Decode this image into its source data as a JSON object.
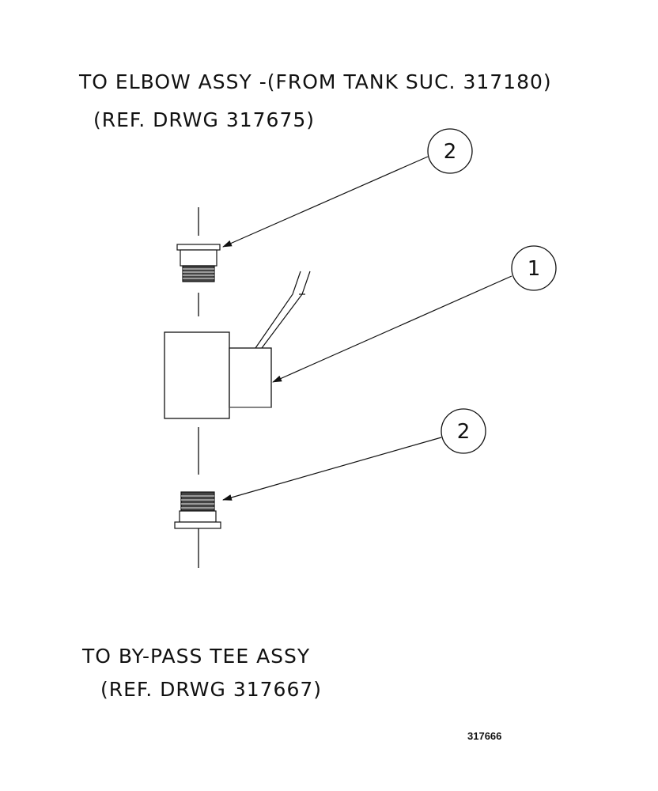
{
  "notes": {
    "top_line1": "TO ELBOW ASSY -(FROM TANK SUC. 317180)",
    "top_line2": "(REF. DRWG 317675)",
    "bottom_line1": "TO BY-PASS TEE ASSY",
    "bottom_line2": "(REF. DRWG 317667)"
  },
  "balloons": {
    "upper_fitting": "2",
    "valve": "1",
    "lower_fitting": "2"
  },
  "drawing_number": "317666",
  "colors": {
    "ink": "#111111",
    "background": "#ffffff"
  }
}
